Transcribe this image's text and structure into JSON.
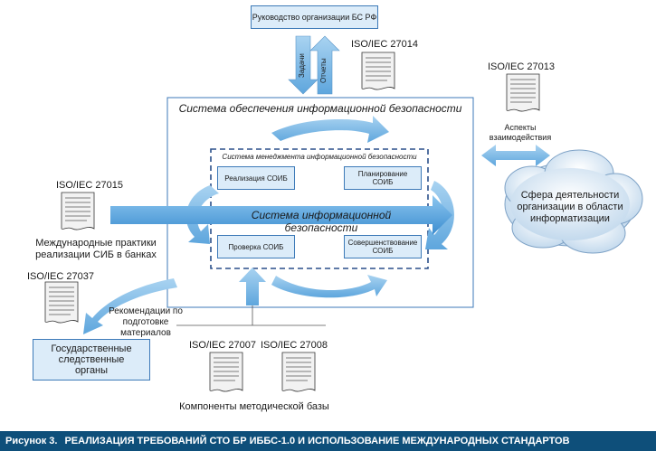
{
  "top_box": "Руководство организации БС РФ",
  "arrow_tasks": "Задачи",
  "arrow_reports": "Отчеты",
  "std_27014": "ISO/IEC 27014",
  "std_27013": "ISO/IEC 27013",
  "std_27015": "ISO/IEC 27015",
  "std_27037": "ISO/IEC 27037",
  "std_27007": "ISO/IEC 27007",
  "std_27008": "ISO/IEC 27008",
  "aspects_label": "Аспекты взаимодействия",
  "outer_title": "Система обеспечения информационной безопасности",
  "mgmt_title": "Система менеджмента информационной безопасности",
  "realize": "Реализация СОИБ",
  "plan": "Планирование СОИБ",
  "check": "Проверка СОИБ",
  "improve": "Совершенствование СОИБ",
  "core_arrow": "Система информационной безопасности",
  "intl_practices": "Международные практики реализации СИБ в банках",
  "recommendations": "Рекомендации по подготовке материалов",
  "gov_box": "Государственные следственные органы",
  "cloud_text": "Сфера деятельности организации в области информатизации",
  "components": "Компоненты методической базы",
  "caption_num": "Рисунок 3.",
  "caption_text": "РЕАЛИЗАЦИЯ ТРЕБОВАНИЙ СТО БР ИББС-1.0 И ИСПОЛЬЗОВАНИЕ МЕЖДУНАРОДНЫХ СТАНДАРТОВ",
  "colors": {
    "blue_light": "#dcecf9",
    "blue_arrow": "#8fc3ea",
    "border": "#3d7ab8",
    "caption_bg": "#0e4f7a",
    "dash": "#2a4f8a"
  }
}
